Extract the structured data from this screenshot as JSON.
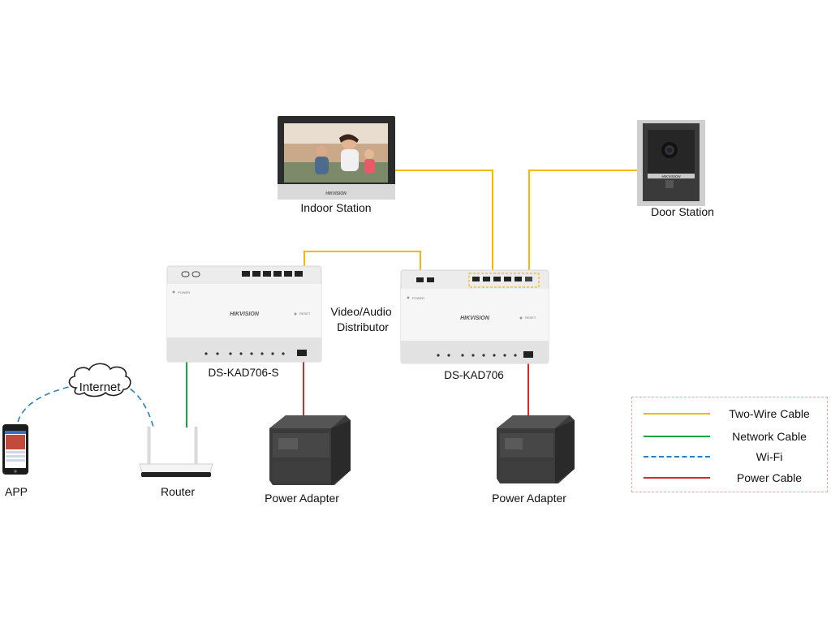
{
  "nodes": {
    "indoor_station": {
      "label": "Indoor Station",
      "brand": "HIKVISION"
    },
    "door_station": {
      "label": "Door Station",
      "brand": "HIKVISION"
    },
    "distributor_s": {
      "label": "DS-KAD706-S",
      "brand": "HIKVISION",
      "power_text": "POWER",
      "reset_text": "RESET"
    },
    "distributor": {
      "label": "DS-KAD706",
      "brand": "HIKVISION",
      "power_text": "POWER",
      "reset_text": "RESET"
    },
    "distributor_caption": "Video/Audio\nDistributor",
    "internet": {
      "label": "Internet"
    },
    "app": {
      "label": "APP"
    },
    "router": {
      "label": "Router"
    },
    "power_adapter_left": {
      "label": "Power Adapter"
    },
    "power_adapter_right": {
      "label": "Power Adapter"
    }
  },
  "legend": [
    {
      "label": "Two-Wire Cable",
      "color": "#f5b800",
      "style": "solid"
    },
    {
      "label": "Network Cable",
      "color": "#1aa640",
      "style": "solid"
    },
    {
      "label": "Wi-Fi",
      "color": "#2a7fc4",
      "style": "dashed"
    },
    {
      "label": "Power Cable",
      "color": "#d9282a",
      "style": "solid"
    }
  ],
  "colors": {
    "two_wire": "#f5b800",
    "network": "#1aa640",
    "wifi": "#2a7fc4",
    "power": "#d9282a",
    "legend_border": "#e8a7a7"
  }
}
